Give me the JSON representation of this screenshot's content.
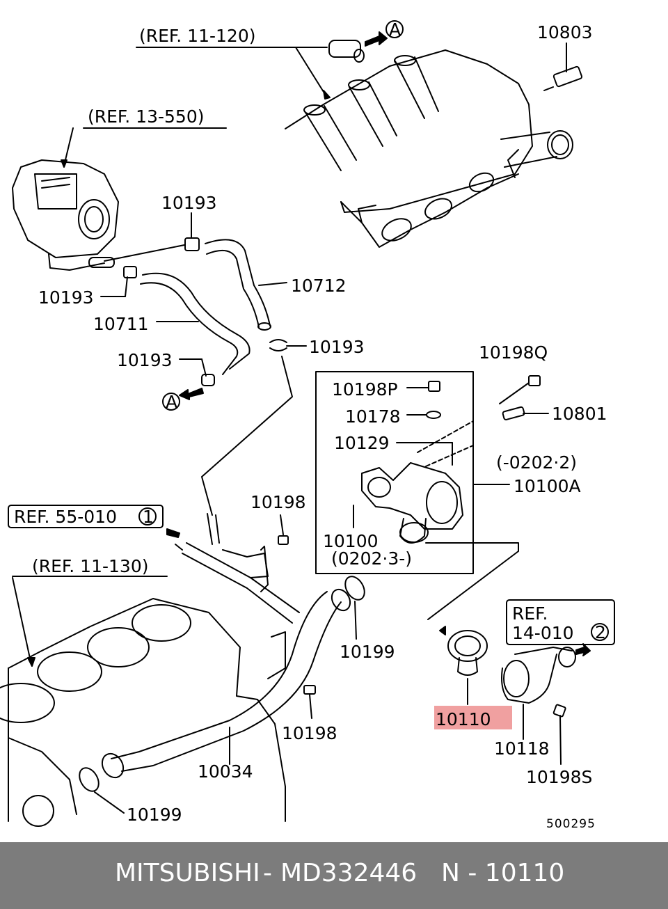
{
  "refs": {
    "ref_11_120": "(REF. 11-120)",
    "ref_13_550": "(REF. 13-550)",
    "ref_55_010": "REF. 55-010",
    "ref_55_010_num": "1",
    "ref_11_130": "(REF. 11-130)",
    "ref_14_010_line1": "REF.",
    "ref_14_010_line2": "14-010",
    "ref_14_010_num": "2"
  },
  "markers": {
    "a_top": "A",
    "a_left": "A"
  },
  "labels": {
    "p10803": "10803",
    "p10193_a": "10193",
    "p10193_b": "10193",
    "p10712": "10712",
    "p10711": "10711",
    "p10193_c": "10193",
    "p10193_d": "10193",
    "p10198q": "10198Q",
    "p10198p": "10198P",
    "p10178": "10178",
    "p10801": "10801",
    "p10129": "10129",
    "range_10100a": "(-0202·2)",
    "p10100a": "10100A",
    "p10198_a": "10198",
    "p10100": "10100",
    "range_10100": "(0202·3-)",
    "p10199_a": "10199",
    "p10198_b": "10198",
    "p10110": "10110",
    "p10034": "10034",
    "p10118": "10118",
    "p10198s": "10198S",
    "p10199_b": "10199",
    "diagram_code": "500295"
  },
  "highlight_color": "#f0a0a0",
  "footer": {
    "brand": "MITSUBISHI",
    "sep": "-",
    "part_number": "MD332446",
    "ref": "N - 10110",
    "background": "#7c7c7c"
  }
}
